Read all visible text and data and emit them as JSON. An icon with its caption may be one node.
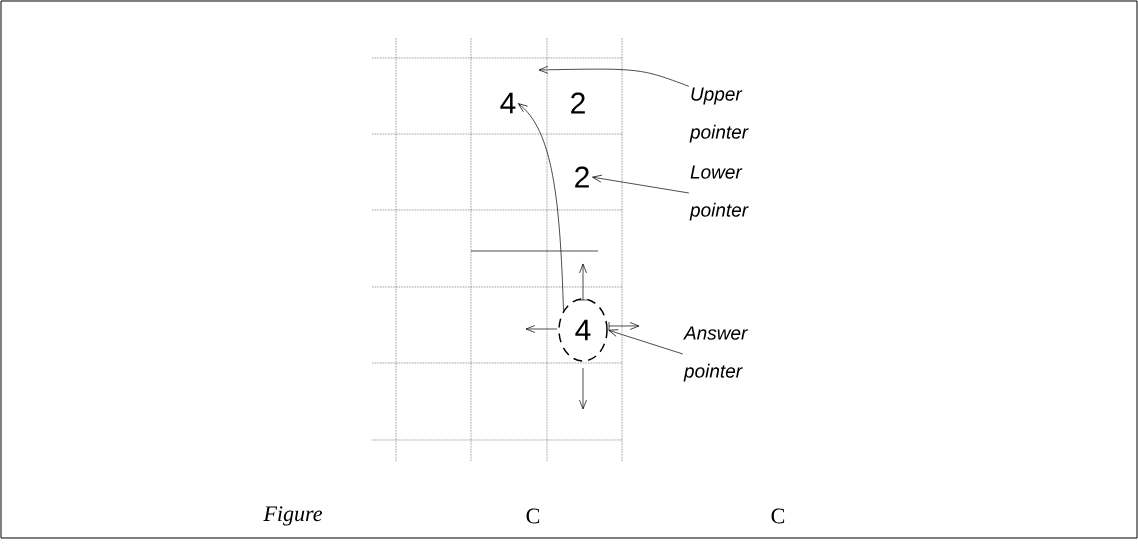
{
  "diagram": {
    "nodes": [
      {
        "text": [
          "4"
        ]
      },
      {
        "text": [
          "2"
        ]
      },
      {
        "text": [
          "2"
        ]
      },
      {
        "text": [
          "4"
        ]
      },
      {
        "text": [
          "Upper pointer"
        ]
      },
      {
        "text": [
          "Lower pointer"
        ]
      },
      {
        "text": [
          "Answer pointer"
        ]
      }
    ],
    "edges": [
      {
        "from": 4,
        "to": null,
        "arrow": "to"
      },
      {
        "from": 5,
        "to": 2,
        "arrow": "to"
      },
      {
        "from": 6,
        "to": 3,
        "arrow": "to"
      },
      {
        "from": 3,
        "to": 0,
        "arrow": "to"
      }
    ],
    "labels": [
      "Figure",
      "C",
      "C"
    ]
  }
}
